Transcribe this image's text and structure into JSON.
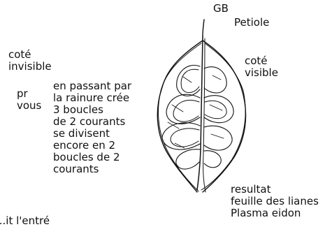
{
  "labels": {
    "gb": "GB",
    "petiole": "Petiole",
    "cote_invisible": "coté\ninvisible",
    "cote_visible": "coté\n  visible",
    "pr_vous": "pr\nvous",
    "description": "en passant par\nla rainure crée\n3 boucles\nde 2 courants\nse divisent\nencore en 2\nboucles de 2\ncourants",
    "result": "resultat\nfeuille des lianes\nPlasma eidon",
    "cut_off": "...it l'entré"
  },
  "colors": {
    "ink": "#111111",
    "background": "#ffffff"
  }
}
